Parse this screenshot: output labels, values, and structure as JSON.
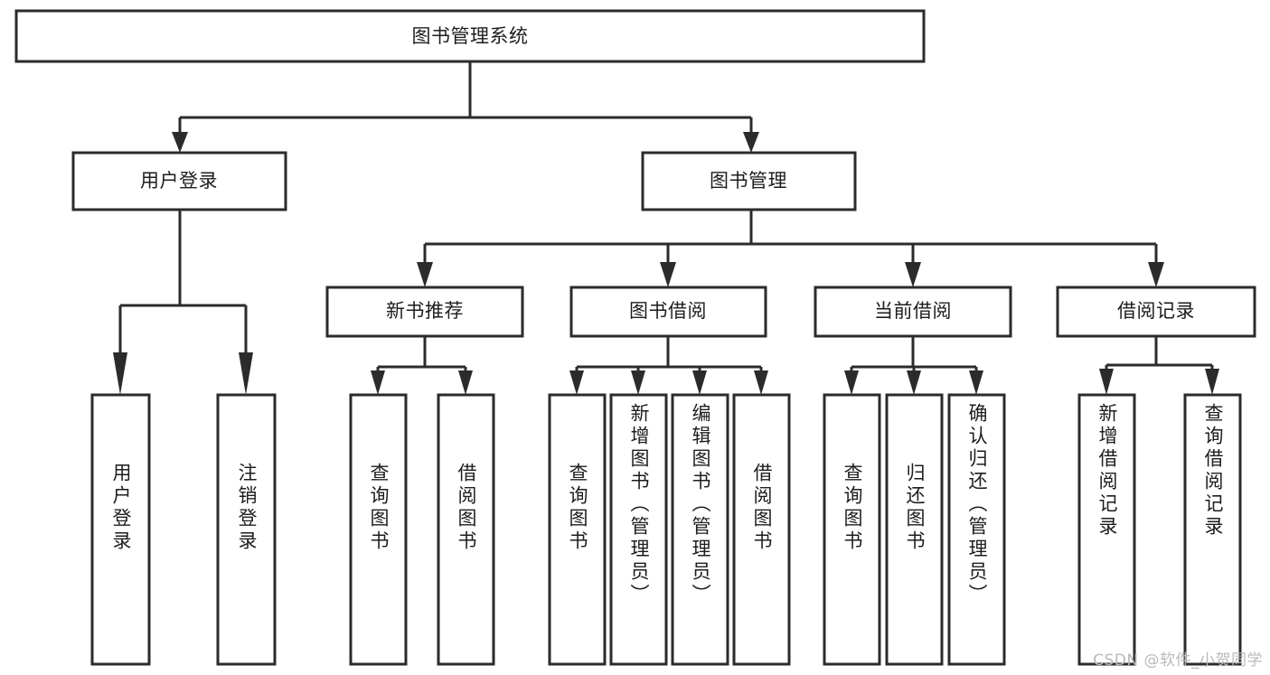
{
  "diagram": {
    "type": "tree",
    "title": "图书管理系统",
    "orientation": "top-down",
    "theme": {
      "background": "#ffffff",
      "box_fill": "#ffffff",
      "box_stroke": "#2b2b2b",
      "text_color": "#1d1d1d",
      "watermark_color": "#b9b9b9"
    },
    "root": {
      "label": "图书管理系统"
    },
    "level2": [
      {
        "label": "用户登录"
      },
      {
        "label": "图书管理"
      }
    ],
    "level3": [
      {
        "label": "新书推荐"
      },
      {
        "label": "图书借阅"
      },
      {
        "label": "当前借阅"
      },
      {
        "label": "借阅记录"
      }
    ],
    "leaves": {
      "user_login": [
        {
          "label": "用户登录"
        },
        {
          "label": "注销登录"
        }
      ],
      "new_book_recommend": [
        {
          "label": "查询图书"
        },
        {
          "label": "借阅图书"
        }
      ],
      "book_borrow": [
        {
          "label": "查询图书"
        },
        {
          "label": "新增图书（管理员）"
        },
        {
          "label": "编辑图书（管理员）"
        },
        {
          "label": "借阅图书"
        }
      ],
      "current_borrow": [
        {
          "label": "查询图书"
        },
        {
          "label": "归还图书"
        },
        {
          "label": "确认归还（管理员）"
        }
      ],
      "borrow_record": [
        {
          "label": "新增借阅记录"
        },
        {
          "label": "查询借阅记录"
        }
      ]
    }
  },
  "watermark": {
    "text": "CSDN @软件_小贺同学"
  }
}
